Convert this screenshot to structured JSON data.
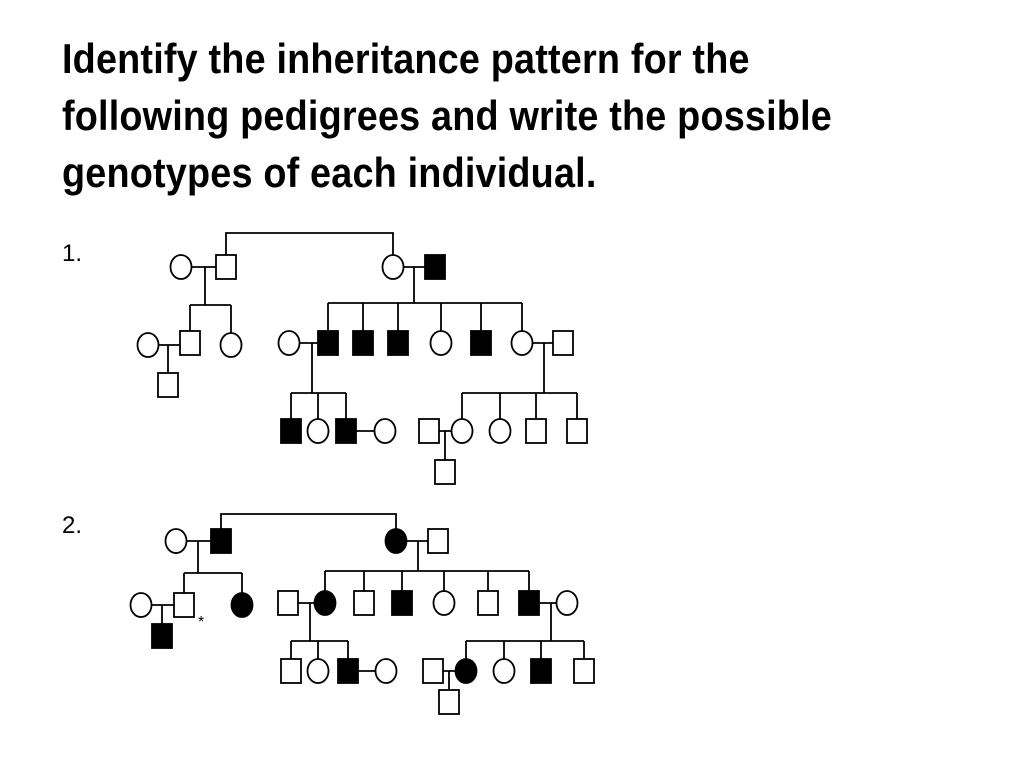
{
  "slide": {
    "title": "Identify the inheritance pattern for the following pedigrees and write the possible genotypes of each individual.",
    "pedigrees": [
      {
        "label": "1."
      },
      {
        "label": "2.",
        "marker": "*"
      }
    ]
  },
  "colors": {
    "affected": "#000000",
    "unaffected": "#ffffff"
  }
}
